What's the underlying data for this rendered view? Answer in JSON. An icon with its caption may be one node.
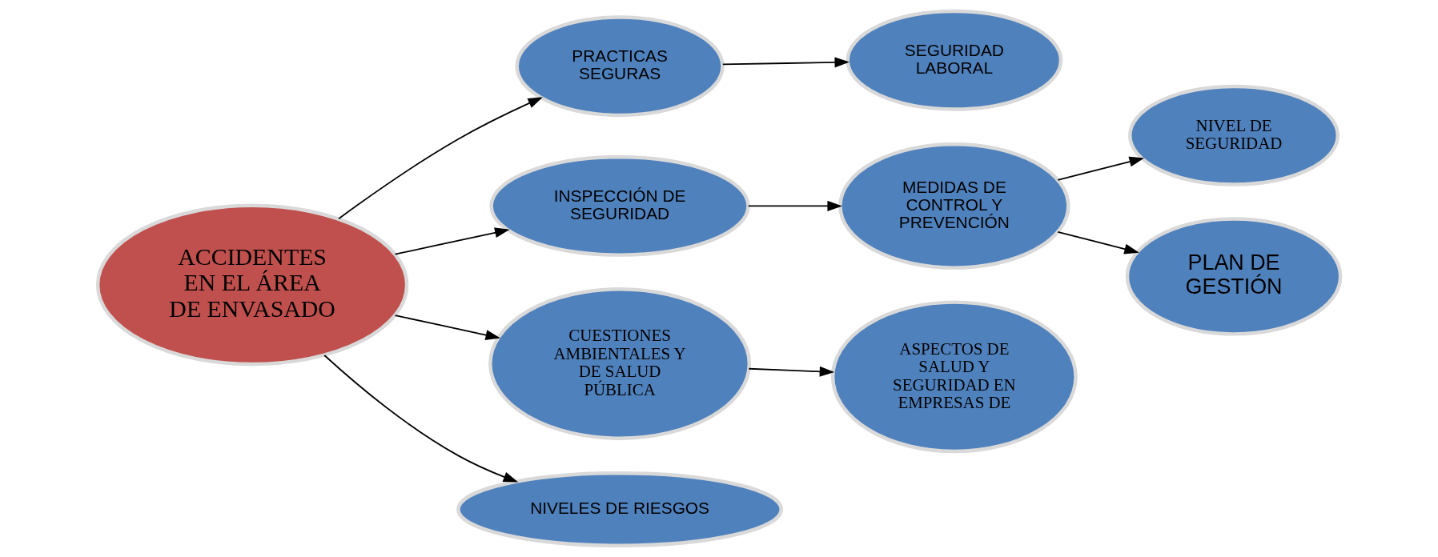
{
  "diagram": {
    "nodes": [
      {
        "text": [
          "SEGURIDAD LABORAL"
        ]
      },
      {
        "text": [
          "PRACTICAS SEGURAS"
        ]
      },
      {
        "text": [
          "ACCIDENTES EN EL ÁREA DE ENVASADO"
        ]
      },
      {
        "text": [
          "INSPECCIÓN DE SEGURIDAD"
        ]
      },
      {
        "text": [
          "NIVEL DE SEGURIDAD"
        ]
      },
      {
        "text": [
          "MEDIDAS DE CONTROL Y PREVENCIÓN"
        ]
      },
      {
        "text": [
          "PLAN DE GESTIÓN"
        ]
      },
      {
        "text": [
          "ASPECTOS DE SALUD Y SEGURIDAD EN EMPRESAS DE"
        ]
      },
      {
        "text": [
          "CUESTIONES AMBIENTALES Y DE SALUD PÚBLICA"
        ]
      },
      {
        "text": [
          "NIVELES DE RIESGOS"
        ]
      }
    ],
    "edges": [
      {
        "from": 2,
        "to": 1,
        "arrow": "to"
      },
      {
        "from": 1,
        "to": 0,
        "arrow": "to"
      },
      {
        "from": 2,
        "to": 3,
        "arrow": "to"
      },
      {
        "from": 3,
        "to": 5,
        "arrow": "to"
      },
      {
        "from": 5,
        "to": 4,
        "arrow": "to"
      },
      {
        "from": 5,
        "to": 6,
        "arrow": "to"
      },
      {
        "from": 2,
        "to": 8,
        "arrow": "to"
      },
      {
        "from": 8,
        "to": 7,
        "arrow": "to"
      },
      {
        "from": 2,
        "to": 9,
        "arrow": "to"
      }
    ]
  }
}
